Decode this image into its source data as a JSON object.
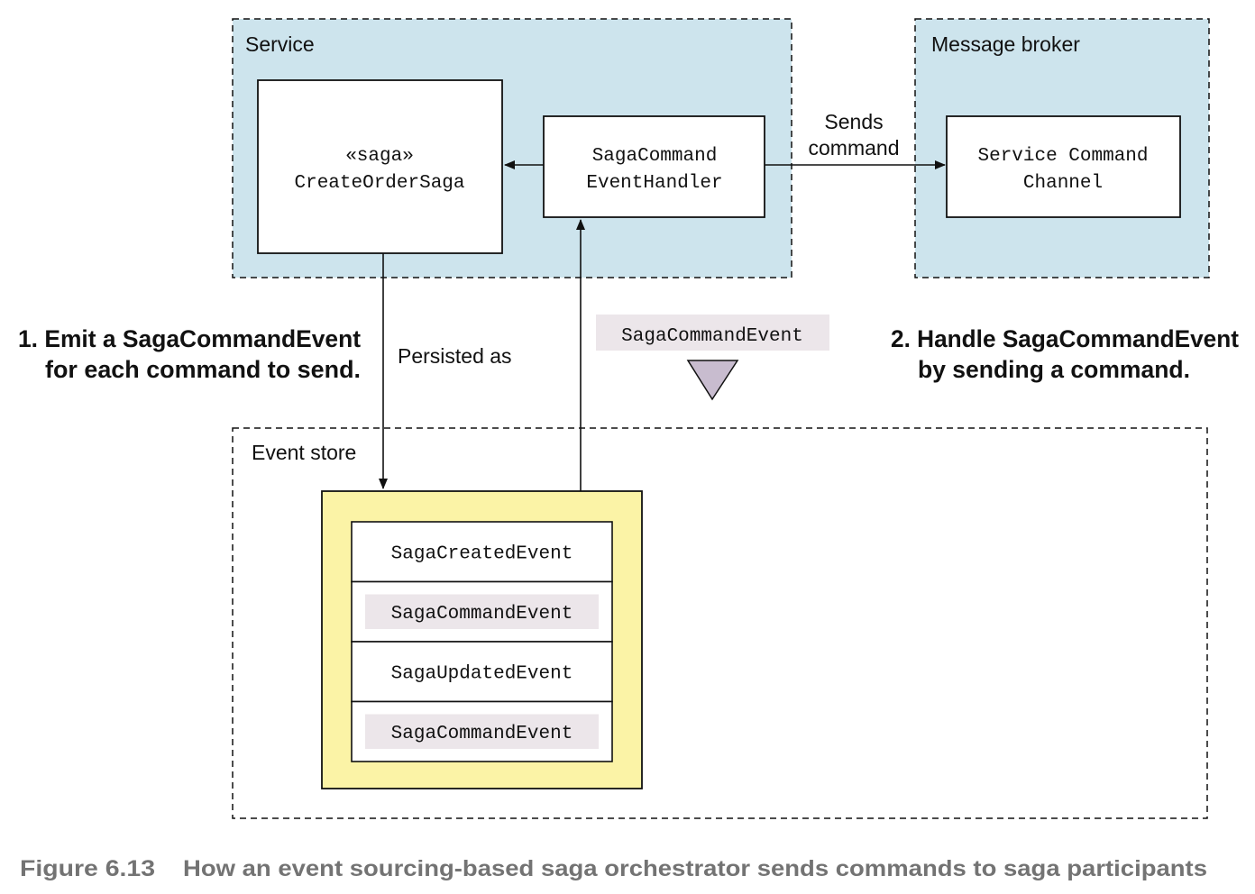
{
  "colors": {
    "region_fill": "#cde4ed",
    "store_fill": "#fbf3a6",
    "event_highlight": "#ece6ea",
    "triangle_fill": "#c8bccf",
    "caption_text": "#737373",
    "line": "#111111"
  },
  "regions": {
    "service": "Service",
    "broker": "Message broker",
    "event_store": "Event store"
  },
  "nodes": {
    "saga_stereotype": "«saga»",
    "saga_name": "CreateOrderSaga",
    "handler_line1": "SagaCommand",
    "handler_line2": "EventHandler",
    "channel_line1": "Service Command",
    "channel_line2": "Channel"
  },
  "edges": {
    "sends_line1": "Sends",
    "sends_line2": "command",
    "persisted_as": "Persisted as"
  },
  "legend": {
    "event_label": "SagaCommandEvent",
    "icon": "down-triangle-icon"
  },
  "notes": {
    "step1_line1": "1. Emit a SagaCommandEvent",
    "step1_line2": "for each command to send.",
    "step2_line1": "2. Handle SagaCommandEvent",
    "step2_line2": "by sending a command."
  },
  "events": [
    {
      "name": "SagaCreatedEvent",
      "highlighted": false
    },
    {
      "name": "SagaCommandEvent",
      "highlighted": true
    },
    {
      "name": "SagaUpdatedEvent",
      "highlighted": false
    },
    {
      "name": "SagaCommandEvent",
      "highlighted": true
    }
  ],
  "caption": {
    "figure": "Figure 6.13",
    "text": "How an event sourcing-based saga orchestrator sends commands to saga participants"
  }
}
